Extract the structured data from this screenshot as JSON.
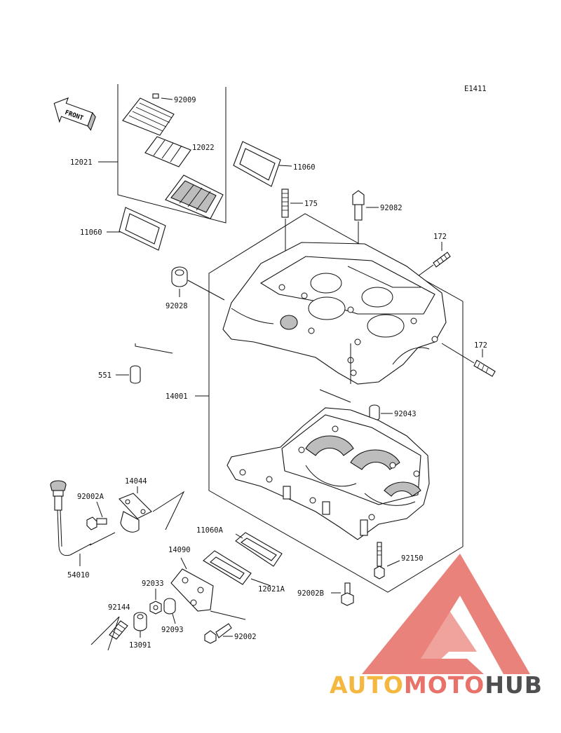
{
  "diagram_code": "E1411",
  "front_label": "FRONT",
  "parts": {
    "p92009": "92009",
    "p12022": "12022",
    "p12021": "12021",
    "p11060_top": "11060",
    "p11060_left": "11060",
    "p175": "175",
    "p92082": "92082",
    "p172_top": "172",
    "p172_right": "172",
    "p92028": "92028",
    "p551": "551",
    "p14001": "14001",
    "p92043": "92043",
    "p14044": "14044",
    "p92002A": "92002A",
    "p11060A": "11060A",
    "p14090": "14090",
    "p54010": "54010",
    "p92150": "92150",
    "p12021A": "12021A",
    "p92002B": "92002B",
    "p92033": "92033",
    "p92144": "92144",
    "p92093": "92093",
    "p13091": "13091",
    "p92002": "92002"
  },
  "watermark": {
    "part1": "AUTO",
    "part2": "MOTO",
    "part3": "HUB",
    "colors": {
      "auto": "#f4b73f",
      "moto": "#e8716a",
      "hub": "#4f4f52",
      "logo": "#e8716a"
    }
  }
}
